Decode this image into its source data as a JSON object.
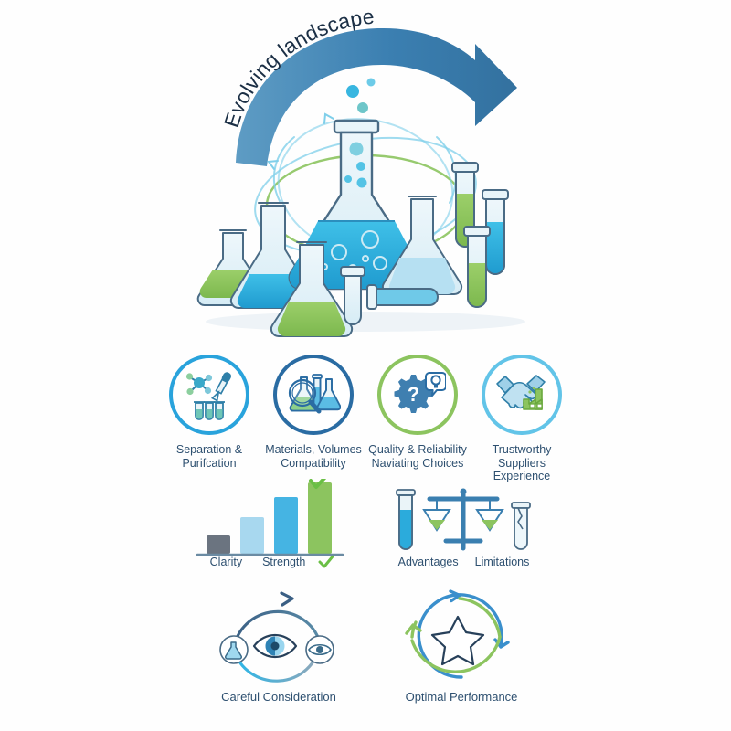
{
  "header": {
    "title": "Evolving landscape",
    "arrow_color": "#3a7fb0"
  },
  "hero": {
    "name": "laboratory-glassware-illustration",
    "flask_liquid_color": "#2babdc",
    "accent_green": "#8cc45f",
    "accent_blue": "#45b4e3",
    "glass_outline": "#4a6b85"
  },
  "features": {
    "items": [
      {
        "icon": "molecule-pipette-testtubes-icon",
        "label": "Separation &\nPurifcation",
        "ring_color": "#29a3dc"
      },
      {
        "icon": "magnifier-flasks-icon",
        "label": "Materials, Volumes\nCompatibility",
        "ring_color": "#2a6ca3"
      },
      {
        "icon": "gear-question-lightbulb-icon",
        "label": "Quality & Reliability\nNaviating Choices",
        "ring_color": "#8cc45f"
      },
      {
        "icon": "handshake-factory-icon",
        "label": "Trustworthy Suppliers\nExperience",
        "ring_color": "#62c4e8"
      }
    ]
  },
  "chart_data": {
    "type": "bar",
    "title": "",
    "categories": [
      "",
      "Clarity",
      "Strength",
      ""
    ],
    "values": [
      18,
      38,
      64,
      88
    ],
    "colors": [
      "#6b7480",
      "#a8d8ef",
      "#45b4e3",
      "#8cc45f"
    ],
    "xlabel": "",
    "ylabel": "",
    "ylim": [
      0,
      100
    ],
    "grid": false,
    "legend": "none",
    "annotations": [
      "check-mark above tallest bar",
      "check-mark after Strength label"
    ],
    "tick_labels": [
      "Clarity",
      "Strength"
    ]
  },
  "balance": {
    "name": "advantages-limitations-balance",
    "left_label": "Advantages",
    "right_label": "Limitations",
    "left_icon": "filled-test-tube-icon",
    "right_icon": "cracked-test-tube-icon",
    "scale_icon": "balance-scale-icon",
    "pan_liquid_color": "#8cc45f",
    "tube_liquid_color": "#2babdc"
  },
  "cycles": {
    "items": [
      {
        "name": "careful-consideration-cycle",
        "label": "Careful Consideration",
        "center_icon": "eye-icon",
        "left_icon": "flask-badge-icon",
        "right_icon": "eye-badge-icon",
        "arc_top_color": "#3a5f84",
        "arc_bottom_color": "#29a3dc"
      },
      {
        "name": "optimal-performance-cycle",
        "label": "Optimal Performance",
        "center_icon": "star-icon",
        "arc_blue_color": "#3a8fcc",
        "arc_green_color": "#8cc45f"
      }
    ]
  },
  "palette": {
    "text": "#2e5070",
    "dark_text": "#1b2f45",
    "blue": "#29a3dc",
    "dark_blue": "#2a6ca3",
    "green": "#8cc45f",
    "gray": "#6b7480",
    "light_blue": "#a8d8ef",
    "background": "#ffffff"
  }
}
